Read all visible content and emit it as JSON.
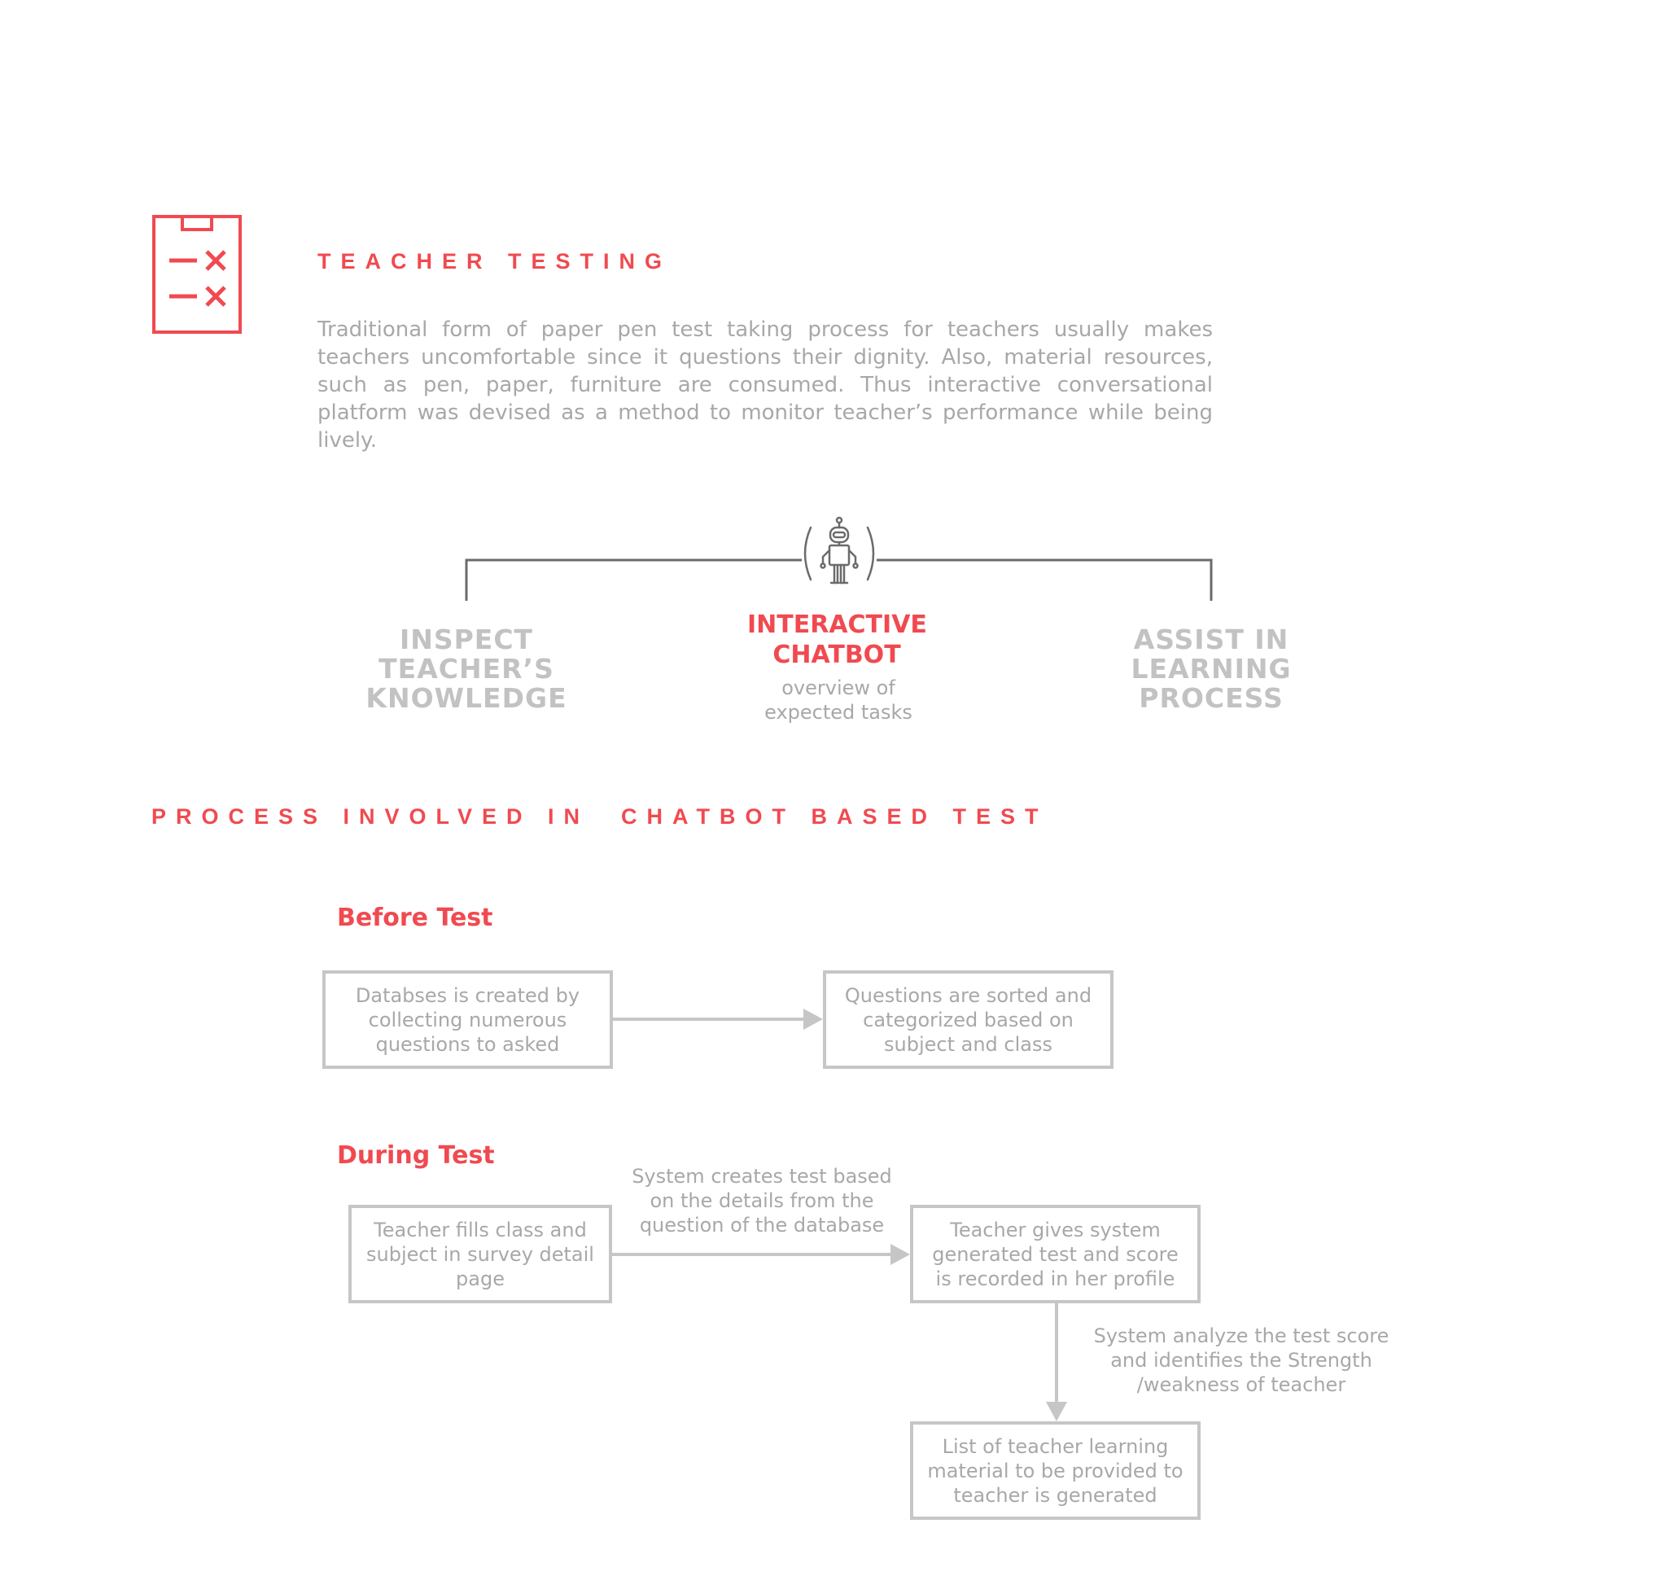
{
  "header": {
    "title": "TEACHER TESTING",
    "description": "Traditional form of paper pen test taking process for teachers usually makes teachers uncomfortable since it questions their dignity. Also, material resources, such as pen, paper, furniture are consumed. Thus interactive conversational platform was devised as a method to monitor teacher’s performance while being lively.",
    "icon": "clipboard-test-icon"
  },
  "overview": {
    "left_title": "INSPECT TEACHER’S KNOWLEDGE",
    "center_title": "INTERACTIVE CHATBOT",
    "center_subtitle": "overview of expected tasks",
    "right_title": "ASSIST IN LEARNING PROCESS",
    "icon": "robot-icon"
  },
  "process": {
    "title": "PROCESS INVOLVED IN  CHATBOT BASED TEST",
    "before": {
      "heading": "Before Test",
      "step1": "Databses is created by collecting numerous questions to asked",
      "step2": "Questions are sorted and categorized based on subject and class"
    },
    "during": {
      "heading": "During Test",
      "step1": "Teacher fills class and subject in survey detail page",
      "arrow1_label": "System creates test based on the details from the question of the database",
      "step2": "Teacher gives system generated test and score is recorded in her profile",
      "arrow2_label": "System analyze the test score and identifies the Strength /weakness of teacher",
      "step3": "List of teacher learning material to be provided to teacher is generated"
    }
  },
  "colors": {
    "accent": "#f04a50",
    "text_grey": "#a8a8a8",
    "line_grey": "#c6c6c6",
    "dark_line": "#6b6b6b"
  }
}
